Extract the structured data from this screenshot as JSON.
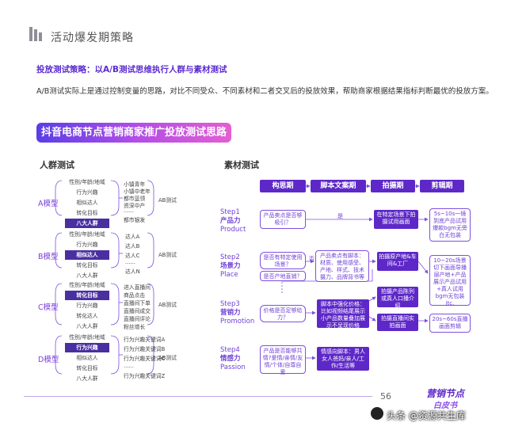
{
  "header": {
    "title": "活动爆发期策略"
  },
  "subtitle": "投放测试策略：以A/B测试思维执行人群与素材测试",
  "description": "A/B测试实际上是通过控制变量的思路，对比不同受众、不同素材和二者交叉后的投放效果，帮助商家根据结果指标判断最优的投放方案。",
  "banner": "抖音电商节点营销商家推广投放测试思路",
  "audience": {
    "title": "人群测试",
    "models": [
      {
        "label": "A模型",
        "left": [
          "性别/年龄/地域",
          "行为兴趣",
          "相似达人",
          "转化目标",
          "八大人群"
        ],
        "highlight": 4,
        "right": [
          "小镇青年",
          "小镇中老年",
          "都市蓝领",
          "资深中产",
          "......",
          "都市银发"
        ],
        "ab": "AB测试"
      },
      {
        "label": "B模型",
        "left": [
          "性别/年龄/地域",
          "行为兴趣",
          "相似达人",
          "转化目标",
          "八大人群"
        ],
        "highlight": 2,
        "right": [
          "达人A",
          "达人B",
          "达人C",
          "......",
          "达人N"
        ],
        "ab": "AB测试"
      },
      {
        "label": "C模型",
        "left": [
          "性别/年龄/地域",
          "转化目标",
          "行为兴趣",
          "转化达人",
          "八大人群"
        ],
        "highlight": 1,
        "right": [
          "进入直播间",
          "商品点击",
          "直播间下单",
          "直播间成交",
          "直播间评论",
          "粉丝增长"
        ],
        "ab": "AB测试"
      },
      {
        "label": "D模型",
        "left": [
          "性别/年龄/地域",
          "行为兴趣",
          "相似达人",
          "转化目标",
          "八大人群"
        ],
        "highlight": 1,
        "right": [
          "行为兴趣关键词A",
          "行为兴趣关键词B",
          "行为兴趣关键词C",
          "......",
          "行为兴趣关键词Z"
        ],
        "ab": "AB测试"
      }
    ]
  },
  "material": {
    "title": "素材测试",
    "phases": [
      "构思期",
      "脚本文案期",
      "拍摄期",
      "剪辑期"
    ],
    "steps": [
      {
        "step": "Step1",
        "cn": "产品力",
        "en": "Product"
      },
      {
        "step": "Step2",
        "cn": "场景力",
        "en": "Place"
      },
      {
        "step": "Step3",
        "cn": "营销力",
        "en": "Promotion"
      },
      {
        "step": "Step4",
        "cn": "情感力",
        "en": "Passion"
      }
    ],
    "boxes": {
      "s1_q": "产品卖点是否够吸引？",
      "s1_yes": "是",
      "s1_shoot": "在特定场景下拍摄试用画面",
      "s1_edit": "5s~10s一镜到底产品试用爆款bgm无旁白无包装",
      "s2_q1": "是否有特定使用场景？",
      "s2_no": "否",
      "s2_q2": "是否产地直销？",
      "s2_script": "产品卖点有脚本：材质、使用感受、产地、样式、技术摄力、品牌背书等",
      "s2_shoot1": "拍摄原产地&车间&工厂",
      "s2_edit": "10~20s场景切下画面导播层产地+产品展示产品试用+真人试用bgm无包装itc.",
      "s3_q": "价格是否足够给力？",
      "s3_script": "脚本中强化价格：比如视频结尾展示小产品数量叠加展示不呈现价格",
      "s3_shoot1": "拍摄产品陈列或真人口播介绍",
      "s3_shoot2": "拍摄直播间实拍画面",
      "s3_edit": "20s~60s直播画面剪辑",
      "s4_q": "产品是否能够共情?爱情/亲情/友情/个体/自尊自爱",
      "s4_script": "情感向脚本：男人女人爸妈/亲人/工作/生活等"
    }
  },
  "footer": {
    "page": "56",
    "logo_line1": "营销节点",
    "logo_line2": "白皮书",
    "watermark": "头条 @资源共生库"
  },
  "colors": {
    "accent": "#5e28c8",
    "highlight": "#4a2fa0",
    "banner_start": "#5a3ee6",
    "banner_end": "#e35fd1"
  }
}
